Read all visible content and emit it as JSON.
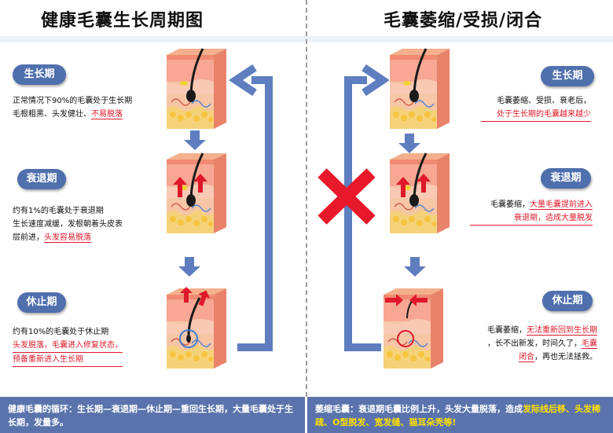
{
  "left": {
    "title": "健康毛囊生长周期图",
    "stages": [
      {
        "label": "生长期",
        "lines": [
          "正常情况下90%的毛囊处于生长期",
          "毛根粗黑、头发健壮、",
          "不易脱落"
        ]
      },
      {
        "label": "衰退期",
        "lines": [
          "约有1%的毛囊处于衰退期",
          "生长速度减缓，发根朝着头皮表",
          "层前进，",
          "头发容易脱落"
        ]
      },
      {
        "label": "休止期",
        "lines": [
          "约有10%的毛囊处于休止期",
          "头发脱落，毛囊进入修复状态，",
          "预备重新进入生长期"
        ]
      }
    ],
    "footer": "健康毛囊的循环：生长期—衰退期—休止期—重回生长期，大量毛囊处于生长期，发量多。"
  },
  "right": {
    "title": "毛囊萎缩/受损/闭合",
    "stages": [
      {
        "label": "生长期",
        "lines": [
          "毛囊萎缩、受损、衰老后，",
          "处于生长期的毛囊越来越少"
        ]
      },
      {
        "label": "衰退期",
        "lines": [
          "毛囊萎缩，",
          "大量毛囊提前进入",
          "衰退期，造成大量脱发"
        ]
      },
      {
        "label": "休止期",
        "lines": [
          "毛囊萎缩，",
          "无法重新回到生长期",
          "，长不出新发，时间久了，",
          "毛囊",
          "闭合",
          "，再也无法拯救。"
        ]
      }
    ],
    "footer_a": "萎缩毛囊：衰退期毛囊比例上升，头发大量脱落，造成",
    "footer_b": "发际线后移、头发稀疏、O型脱发、宽发缝、猫耳朵秃等!"
  },
  "colors": {
    "accent": "#4f6fad",
    "footer": "#5a73ac",
    "warning": "#e0192a",
    "highlight": "#ffe100",
    "arrow": "#5f7ec0"
  }
}
